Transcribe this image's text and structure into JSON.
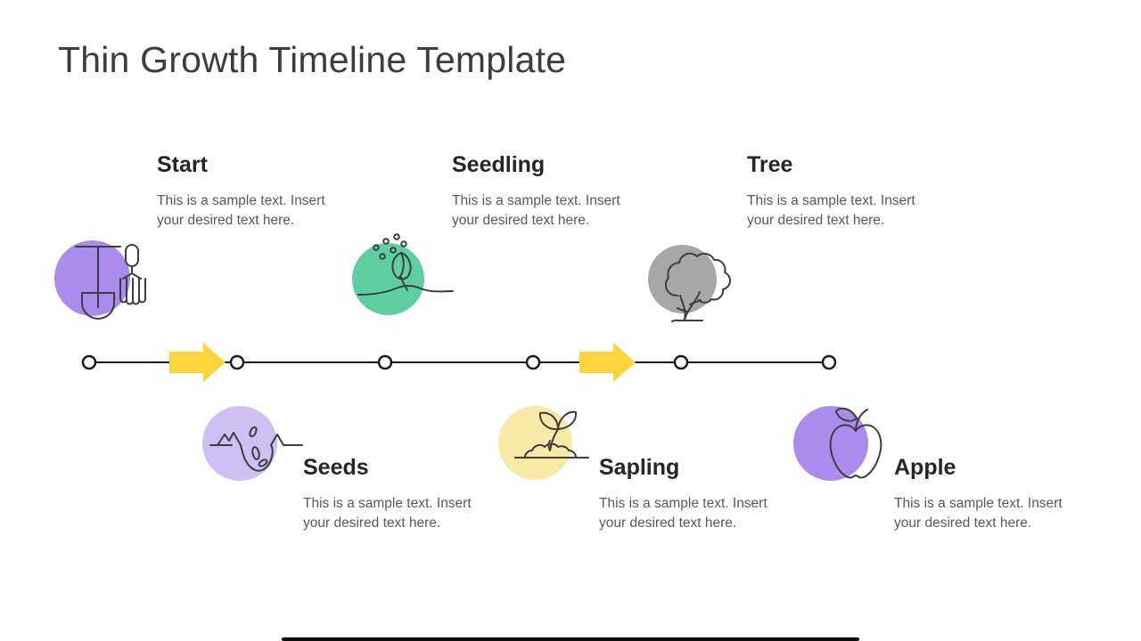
{
  "slide": {
    "title": "Thin Growth Timeline Template",
    "background_color": "#ffffff"
  },
  "milestones": [
    {
      "label": "Start",
      "description": "This is a sample text. Insert your desired text here.",
      "color": "#a98cec",
      "icon": "garden-tools-icon",
      "position": "top"
    },
    {
      "label": "Seeds",
      "description": "This is a sample text. Insert your desired text here.",
      "color": "#cfc0f3",
      "icon": "seeds-pit-icon",
      "position": "bottom"
    },
    {
      "label": "Seedling",
      "description": "This is a sample text. Insert your desired text here.",
      "color": "#5ecfa2",
      "icon": "sprout-drops-icon",
      "position": "top"
    },
    {
      "label": "Sapling",
      "description": "This is a sample text. Insert your desired text here.",
      "color": "#f8e9a6",
      "icon": "sapling-mound-icon",
      "position": "bottom"
    },
    {
      "label": "Tree",
      "description": "This is a sample text. Insert your desired text here.",
      "color": "#a7a7a7",
      "icon": "tree-icon",
      "position": "top"
    },
    {
      "label": "Apple",
      "description": "This is a sample text. Insert your desired text here.",
      "color": "#a98cec",
      "icon": "apple-icon",
      "position": "bottom"
    }
  ],
  "timeline": {
    "node_count": 6,
    "line_color": "#1a1a1a",
    "node_fill": "#ffffff",
    "arrow_color": "#fbd43c",
    "arrows_between": [
      "Start-Seeds",
      "Sapling-Tree"
    ]
  }
}
